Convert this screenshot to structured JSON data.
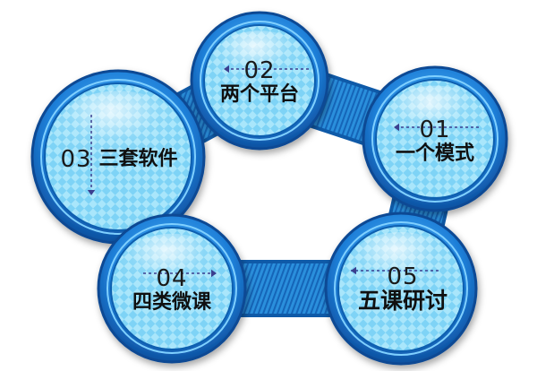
{
  "nodes": [
    {
      "num": "02",
      "label": "两个平台"
    },
    {
      "num": "01",
      "label": "一个模式"
    },
    {
      "num": "03",
      "label": "三套软件"
    },
    {
      "num": "04",
      "label": "四类微课"
    },
    {
      "num": "05",
      "label": "五课研讨"
    }
  ],
  "colors": {
    "ring_outer": "#1565c0",
    "ring_mid": "#1e88e5",
    "disc_light": "#b3ecff",
    "disc_check": "#7fd6f7",
    "band": "#1e88d8",
    "text": "#111111"
  }
}
